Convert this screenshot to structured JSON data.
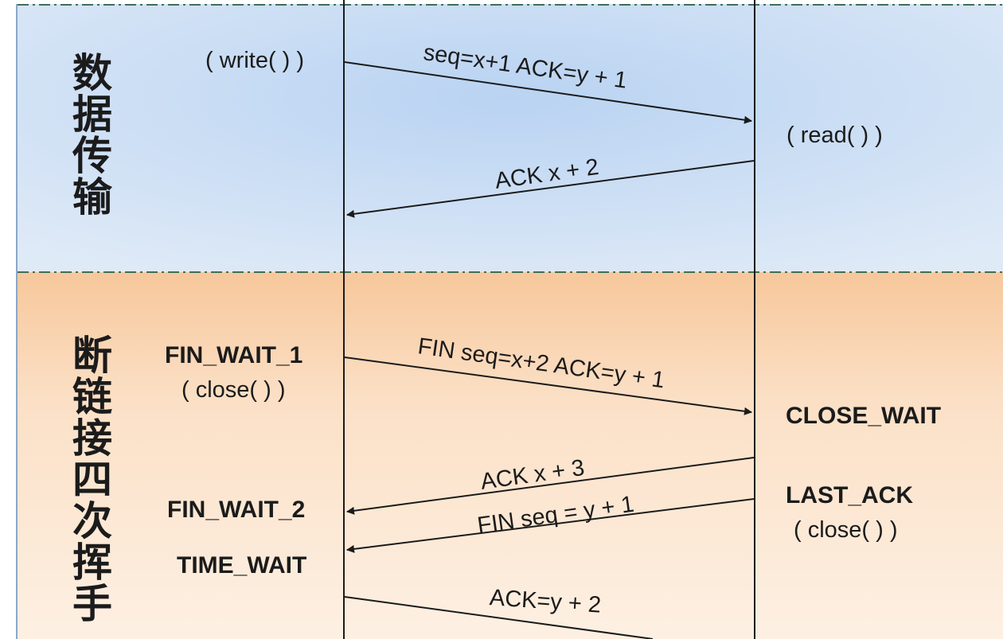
{
  "sections": {
    "data_transfer": {
      "title": "数据传输"
    },
    "teardown": {
      "title": "断链接四次挥手"
    }
  },
  "client": {
    "write_call": "( write( ) )",
    "fin_wait_1": "FIN_WAIT_1",
    "close_call": "( close( ) )",
    "fin_wait_2": "FIN_WAIT_2",
    "time_wait": "TIME_WAIT"
  },
  "server": {
    "read_call": "( read( ) )",
    "close_wait": "CLOSE_WAIT",
    "last_ack": "LAST_ACK",
    "close_call": "( close( ) )"
  },
  "messages": {
    "m1": "seq=x+1 ACK=y + 1",
    "m2": "ACK x + 2",
    "m3": "FIN seq=x+2 ACK=y + 1",
    "m4": "ACK x + 3",
    "m5": "FIN seq = y + 1",
    "m6": "ACK=y + 2"
  },
  "colors": {
    "data_transfer_bg": "#c7dbf3",
    "teardown_bg": "#f8cfa6",
    "lines": "#1b1b1b"
  }
}
